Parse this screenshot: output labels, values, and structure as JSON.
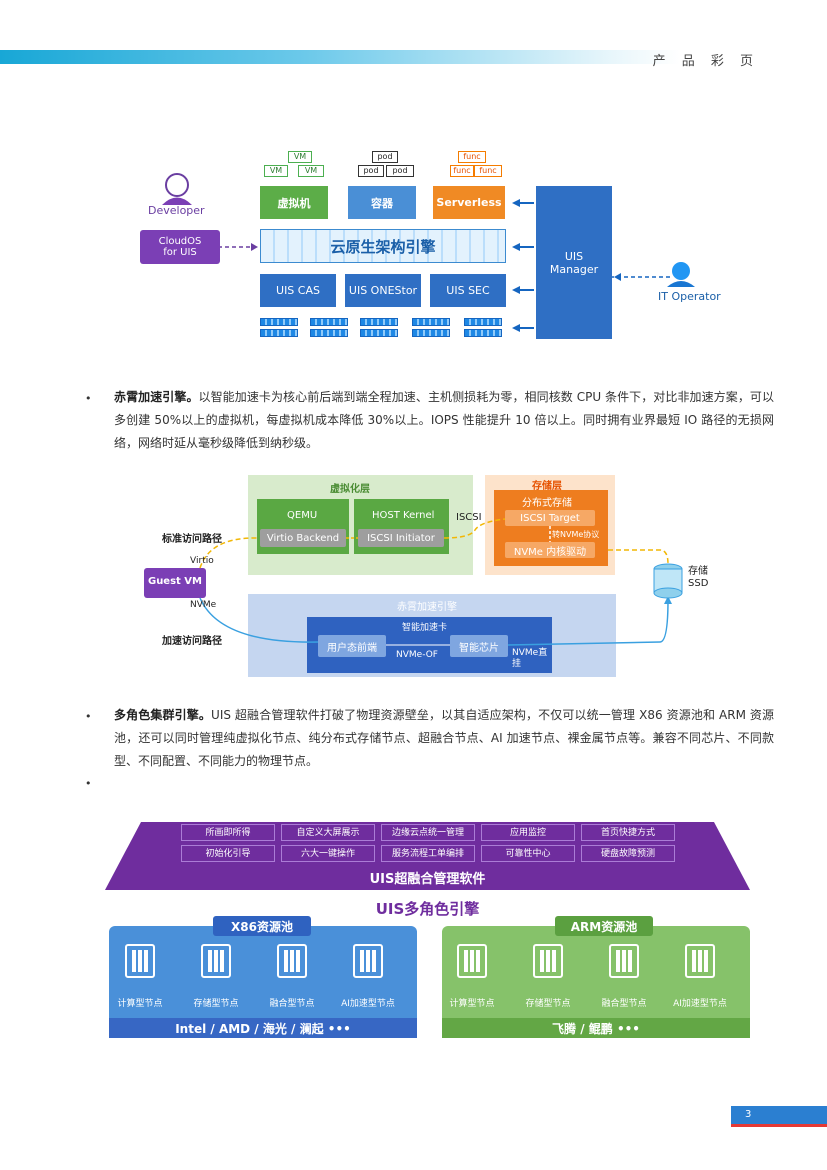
{
  "header": {
    "label": "产 品 彩 页"
  },
  "diagram1": {
    "developer": "Developer",
    "cloudos": "CloudOS\nfor UIS",
    "vm_tags": [
      "VM",
      "VM",
      "VM"
    ],
    "pod_tags": [
      "pod",
      "pod",
      "pod"
    ],
    "func_tags": [
      "func",
      "func",
      "func"
    ],
    "vm_label": "虚拟机",
    "container_label": "容器",
    "serverless_label": "Serverless",
    "engine_label": "云原生架构引擎",
    "cas_label": "UIS CAS",
    "onestor_label": "UIS ONEStor",
    "sec_label": "UIS SEC",
    "manager_label": "UIS\nManager",
    "operator_label": "IT Operator"
  },
  "para1": {
    "title": "赤霄加速引擎。",
    "text": "以智能加速卡为核心前后端到端全程加速、主机侧损耗为零，相同核数 CPU 条件下，对比非加速方案，可以多创建 50%以上的虚拟机，每虚拟机成本降低 30%以上。IOPS 性能提升 10 倍以上。同时拥有业界最短 IO 路径的无损网络，网络时延从毫秒级降低到纳秒级。"
  },
  "diagram2": {
    "virt_layer": "虚拟化层",
    "qemu": "QEMU",
    "virtio_backend": "Virtio Backend",
    "host_kernel": "HOST Kernel",
    "iscsi_initiator": "ISCSI Initiator",
    "iscsi": "ISCSI",
    "storage_layer": "存储层",
    "dist_storage": "分布式存储",
    "iscsi_target": "ISCSI Target",
    "to_nvme": "转NVMe协议",
    "nvme_driver": "NVMe 内核驱动",
    "std_path": "标准访问路径",
    "virtio": "Virtio",
    "guest_vm": "Guest VM",
    "nvme": "NVMe",
    "accel_path": "加速访问路径",
    "accel_engine": "赤霄加速引擎",
    "smart_card": "智能加速卡",
    "user_frontend": "用户态前端",
    "nvme_of": "NVMe-OF",
    "smart_chip": "智能芯片",
    "nvme_direct": "NVMe直\n挂",
    "storage_ssd": "存储\nSSD"
  },
  "para2": {
    "title": "多角色集群引擎。",
    "text": "UIS 超融合管理软件打破了物理资源壁垒，以其自适应架构，不仅可以统一管理 X86 资源池和 ARM 资源池，还可以同时管理纯虚拟化节点、纯分布式存储节点、超融合节点、AI 加速节点、裸金属节点等。兼容不同芯片、不同款型、不同配置、不同能力的物理节点。"
  },
  "diagram3": {
    "features": [
      "所画即所得",
      "自定义大屏展示",
      "边缘云点统一管理",
      "应用监控",
      "首页快捷方式",
      "初始化引导",
      "六大一键操作",
      "服务流程工单编排",
      "可靠性中心",
      "硬盘故障预测"
    ],
    "software_label": "UIS超融合管理软件",
    "engine_label": "UIS多角色引擎",
    "x86_title": "X86资源池",
    "x86_nodes": [
      "计算型节点",
      "存储型节点",
      "融合型节点",
      "AI加速型节点"
    ],
    "x86_vendors": "Intel / AMD / 海光 / 澜起 •••",
    "arm_title": "ARM资源池",
    "arm_nodes": [
      "计算型节点",
      "存储型节点",
      "融合型节点",
      "AI加速型节点"
    ],
    "arm_vendors": "飞腾 / 鲲鹏 •••"
  },
  "footer": {
    "page": "3"
  }
}
